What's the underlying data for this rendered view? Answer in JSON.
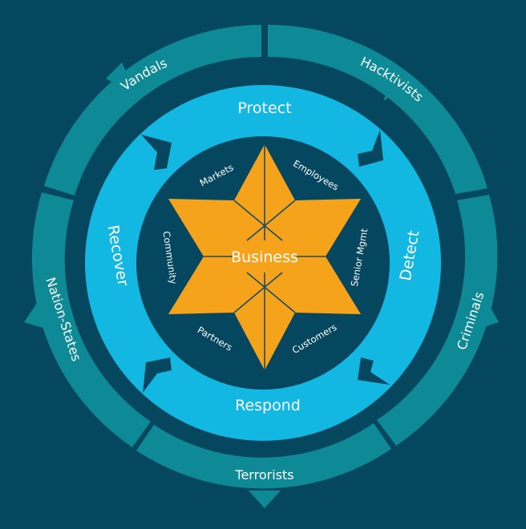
{
  "colors": {
    "background": "#05475f",
    "threat_ring": "#0e8a96",
    "process_ring": "#13b8e2",
    "inner_disc": "#05475f",
    "star": "#f5a31b",
    "star_lines": "#1c4a60",
    "text": "#ffffff"
  },
  "threats": [
    "Vandals",
    "Hacktivists",
    "Nation-States",
    "Criminals",
    "Terrorists"
  ],
  "process": {
    "protect": "Protect",
    "detect": "Detect",
    "respond": "Respond",
    "recover": "Recover"
  },
  "stakeholders": {
    "markets": "Markets",
    "employees": "Employees",
    "community": "Community",
    "senior_mgmt": "Senior Mgmt",
    "partners": "Partners",
    "customers": "Customers"
  },
  "center": "Business"
}
